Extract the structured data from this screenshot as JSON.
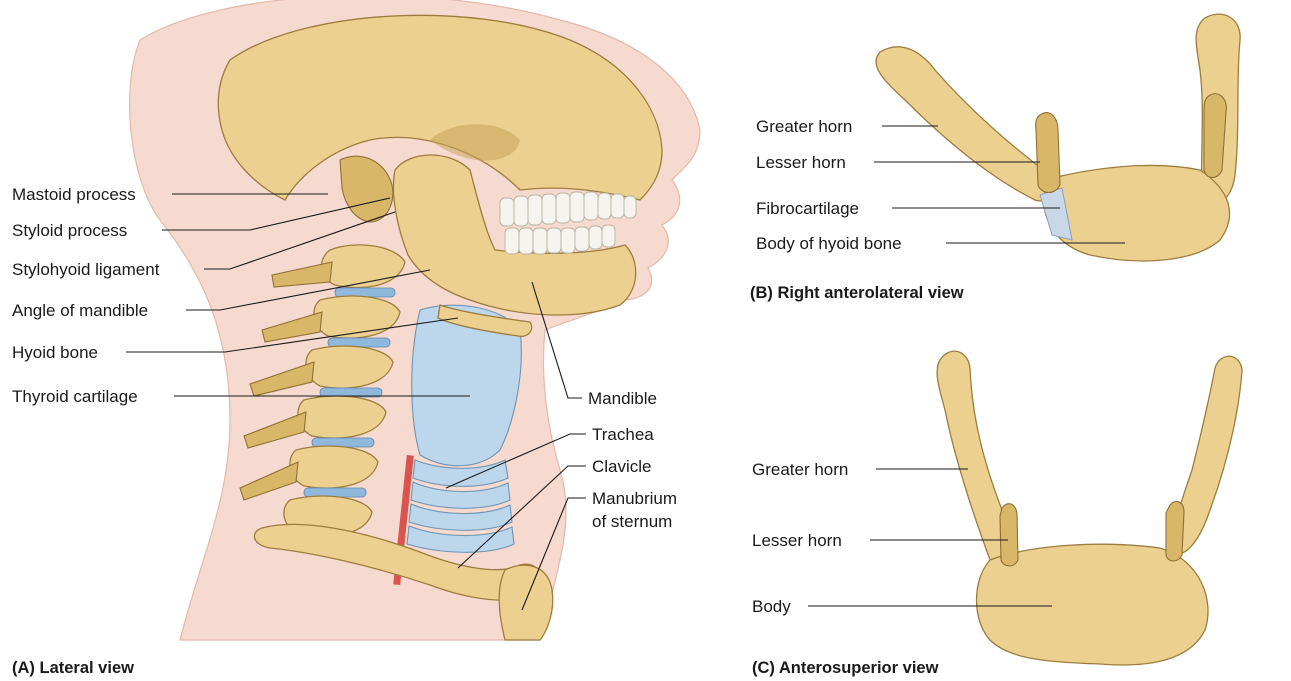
{
  "panel_a": {
    "caption": "(A) Lateral view",
    "labels": {
      "mastoid_process": "Mastoid process",
      "styloid_process": "Styloid process",
      "stylohyoid_ligament": "Stylohyoid ligament",
      "angle_of_mandible": "Angle of mandible",
      "hyoid_bone": "Hyoid bone",
      "thyroid_cartilage": "Thyroid cartilage",
      "mandible": "Mandible",
      "trachea": "Trachea",
      "clavicle": "Clavicle",
      "manubrium_line1": "Manubrium",
      "manubrium_line2": "of sternum"
    }
  },
  "panel_b": {
    "caption": "(B) Right anterolateral view",
    "labels": {
      "greater_horn": "Greater horn",
      "lesser_horn": "Lesser horn",
      "fibrocartilage": "Fibrocartilage",
      "body_of_hyoid": "Body of hyoid bone"
    }
  },
  "panel_c": {
    "caption": "(C) Anterosuperior view",
    "labels": {
      "greater_horn": "Greater horn",
      "lesser_horn": "Lesser horn",
      "body": "Body"
    }
  },
  "colors": {
    "bone": "#ecd08f",
    "cartilage": "#bcd6ec",
    "skin": "#f6d9cf",
    "artery": "#d9534f"
  }
}
